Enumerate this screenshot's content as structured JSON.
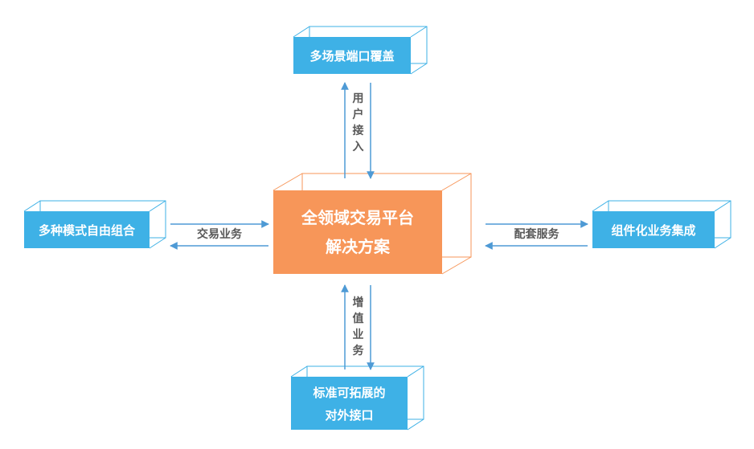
{
  "diagram": {
    "center_node": {
      "line1": "全领域交易平台",
      "line2": "解决方案"
    },
    "top_node": {
      "label": "多场景端口覆盖"
    },
    "left_node": {
      "label": "多种模式自由组合"
    },
    "right_node": {
      "label": "组件化业务集成"
    },
    "bottom_node": {
      "line1": "标准可拓展的",
      "line2": "对外接口"
    },
    "edge_labels": {
      "top": "用户接入",
      "left": "交易业务",
      "right": "配套服务",
      "bottom": "增值业务"
    },
    "colors": {
      "blue_node": "#3EB1E6",
      "orange_node": "#F79659",
      "arrow": "#4E9AD5",
      "edge_text": "#595959"
    }
  }
}
